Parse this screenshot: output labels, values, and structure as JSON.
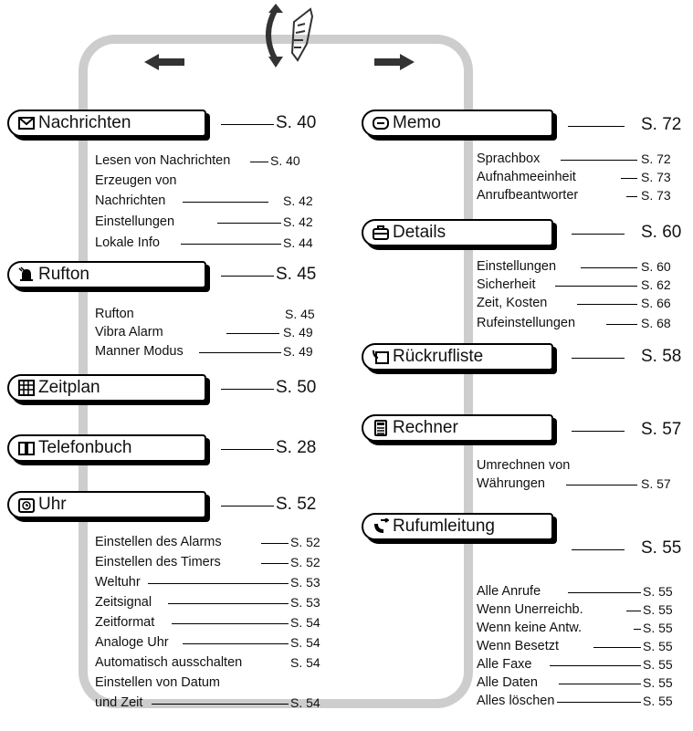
{
  "left": {
    "nachrichten": {
      "label": "Nachrichten",
      "page": "S. 40",
      "icon": "envelope-icon",
      "items": [
        {
          "label": "Lesen von Nachrichten",
          "page": "S. 40"
        },
        {
          "label": "Erzeugen von",
          "page": ""
        },
        {
          "label": "Nachrichten",
          "page": "S. 42"
        },
        {
          "label": "Einstellungen",
          "page": "S. 42"
        },
        {
          "label": "Lokale Info",
          "page": "S. 44"
        }
      ]
    },
    "rufton": {
      "label": "Rufton",
      "page": "S. 45",
      "icon": "bell-icon",
      "items": [
        {
          "label": "Rufton",
          "page": "S. 45"
        },
        {
          "label": "Vibra Alarm",
          "page": "S. 49"
        },
        {
          "label": "Manner Modus",
          "page": "S. 49"
        }
      ]
    },
    "zeitplan": {
      "label": "Zeitplan",
      "page": "S. 50",
      "icon": "calendar-grid-icon"
    },
    "telefonbuch": {
      "label": "Telefonbuch",
      "page": "S. 28",
      "icon": "book-icon"
    },
    "uhr": {
      "label": "Uhr",
      "page": "S. 52",
      "icon": "clock-icon",
      "items": [
        {
          "label": "Einstellen des Alarms",
          "page": "S. 52"
        },
        {
          "label": "Einstellen des Timers",
          "page": "S. 52"
        },
        {
          "label": "Weltuhr",
          "page": "S. 53"
        },
        {
          "label": "Zeitsignal",
          "page": "S. 53"
        },
        {
          "label": "Zeitformat",
          "page": "S. 54"
        },
        {
          "label": "Analoge Uhr",
          "page": "S. 54"
        },
        {
          "label": "Automatisch ausschalten",
          "page": "S. 54"
        },
        {
          "label": "Einstellen von Datum",
          "page": ""
        },
        {
          "label": "und Zeit",
          "page": "S. 54"
        }
      ]
    }
  },
  "right": {
    "memo": {
      "label": "Memo",
      "page": "S. 72",
      "icon": "speech-bubble-icon",
      "items": [
        {
          "label": "Sprachbox",
          "page": "S. 72"
        },
        {
          "label": "Aufnahmeeinheit",
          "page": "S. 73"
        },
        {
          "label": "Anrufbeantworter",
          "page": "S. 73"
        }
      ]
    },
    "details": {
      "label": "Details",
      "page": "S. 60",
      "icon": "toolbox-icon",
      "items": [
        {
          "label": "Einstellungen",
          "page": "S. 60"
        },
        {
          "label": "Sicherheit",
          "page": "S. 62"
        },
        {
          "label": "Zeit, Kosten",
          "page": "S. 66"
        },
        {
          "label": "Rufeinstellungen",
          "page": "S. 68"
        }
      ]
    },
    "rueckrufliste": {
      "label": "Rückrufliste",
      "page": "S. 58",
      "icon": "callback-phone-icon"
    },
    "rechner": {
      "label": "Rechner",
      "page": "S. 57",
      "icon": "calculator-icon",
      "items": [
        {
          "label": "Umrechnen von",
          "page": ""
        },
        {
          "label": "Währungen",
          "page": "S. 57"
        }
      ]
    },
    "rufumleitung": {
      "label": "Rufumleitung",
      "page": "S. 55",
      "icon": "call-divert-icon",
      "items": [
        {
          "label": "Alle Anrufe",
          "page": "S. 55"
        },
        {
          "label": "Wenn Unerreichb.",
          "page": "S. 55"
        },
        {
          "label": "Wenn keine Antw.",
          "page": "S. 55"
        },
        {
          "label": "Wenn Besetzt",
          "page": "S. 55"
        },
        {
          "label": "Alle Faxe",
          "page": "S. 55"
        },
        {
          "label": "Alle Daten",
          "page": "S. 55"
        },
        {
          "label": "Alles löschen",
          "page": "S. 55"
        }
      ]
    }
  },
  "nav": {
    "left_arrow": "arrow-left-icon",
    "right_arrow": "arrow-right-icon",
    "jog_dial": "jog-dial-icon"
  }
}
